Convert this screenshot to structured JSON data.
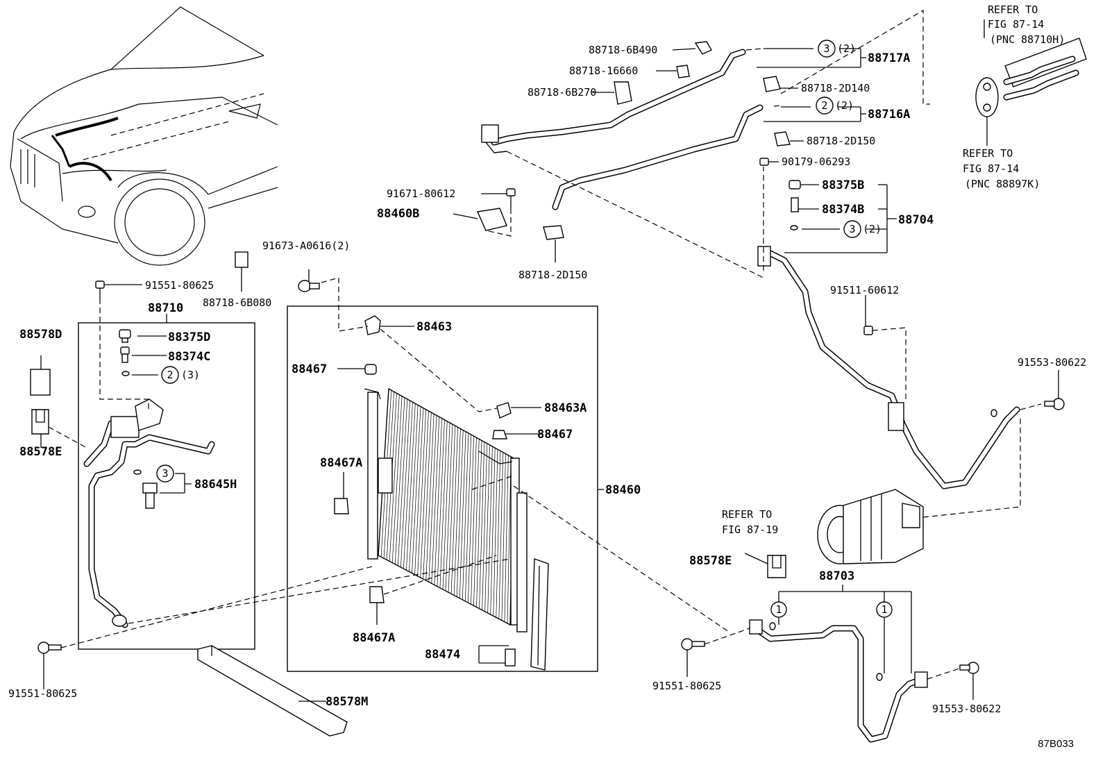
{
  "diagram_code": "87B033",
  "ref_fig_compressor": [
    "REFER TO",
    "FIG 87-19"
  ],
  "ref_fig_evap_upper": [
    "REFER TO",
    "FIG 87-14",
    "(PNC 88710H)"
  ],
  "ref_fig_evap_lower": [
    "REFER TO",
    "FIG 87-14",
    "(PNC 88897K)"
  ],
  "labels": {
    "p88718_6B490": "88718-6B490",
    "p88718_16660": "88718-16660",
    "p88718_6B270": "88718-6B270",
    "p88717A": "88717A",
    "p88718_2D140": "88718-2D140",
    "p88716A": "88716A",
    "p88718_2D150_top": "88718-2D150",
    "p90179_06293": "90179-06293",
    "p88375B": "88375B",
    "p88374B": "88374B",
    "p88704": "88704",
    "p91671_80612": "91671-80612",
    "p88460B": "88460B",
    "p88718_2D150_bot": "88718-2D150",
    "p91673_A0616": "91673-A0616(2)",
    "p91551_80625_top": "91551-80625",
    "p88718_6B080": "88718-6B080",
    "p88710": "88710",
    "p88578D": "88578D",
    "p88375D": "88375D",
    "p88374C": "88374C",
    "p88578E_left": "88578E",
    "p88645H": "88645H",
    "p88463": "88463",
    "p88467_top": "88467",
    "p88463A": "88463A",
    "p88467_mid": "88467",
    "p88467A_top": "88467A",
    "p88460": "88460",
    "p88467A_bot": "88467A",
    "p88474": "88474",
    "p88578M": "88578M",
    "p91551_80625_bot": "91551-80625",
    "p91511_60612": "91511-60612",
    "p91553_80622_top": "91553-80622",
    "p88578E_right": "88578E",
    "p88703": "88703",
    "p91551_80625_right": "91551-80625",
    "p91553_80622_bot": "91553-80622"
  },
  "callouts": {
    "c88717A": {
      "num": "3",
      "qty": "(2)"
    },
    "c88716A": {
      "num": "2",
      "qty": "(2)"
    },
    "c88704": {
      "num": "3",
      "qty": "(2)"
    },
    "c88710": {
      "num": "2",
      "qty": "(3)"
    },
    "c88645H": {
      "num": "3"
    },
    "c88703_a": {
      "num": "1"
    },
    "c88703_b": {
      "num": "1"
    }
  }
}
